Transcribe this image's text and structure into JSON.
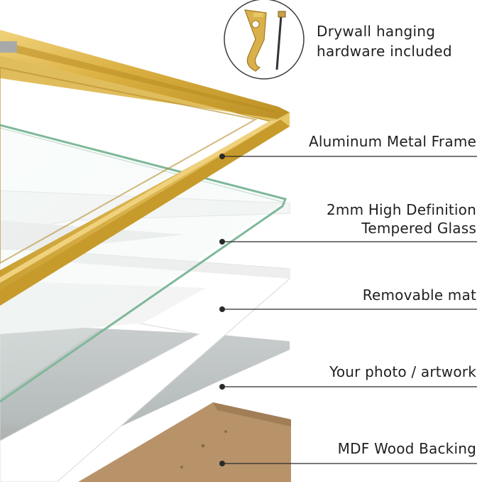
{
  "hardware": {
    "line1": "Drywall hanging",
    "line2": "hardware included"
  },
  "layers": {
    "frame": "Aluminum Metal Frame",
    "glass_line1": "2mm High Definition",
    "glass_line2": "Tempered Glass",
    "mat": "Removable mat",
    "photo": "Your photo / artwork",
    "backing": "MDF Wood Backing"
  },
  "colors": {
    "frame_gold": "#d8ae3e",
    "glass_edge": "#7fb89a",
    "mat_white": "#ffffff",
    "backing_brown": "#b7926a",
    "text": "#1f1f1f"
  }
}
